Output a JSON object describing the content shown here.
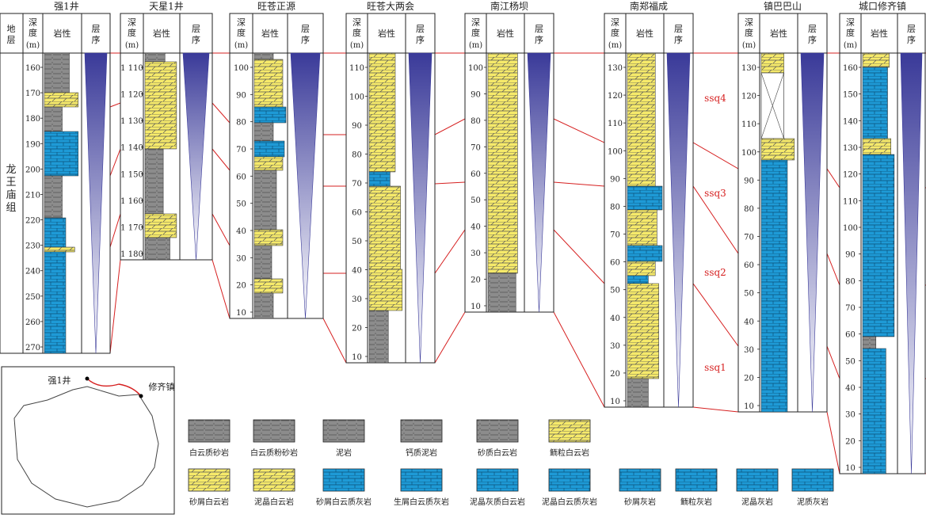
{
  "header": {
    "depth_label": "深度(m)",
    "lith_label": "岩性",
    "seq_label": "层序"
  },
  "formation": {
    "header": "地层",
    "name": "龙王庙组"
  },
  "sequence_labels": [
    "ssq4",
    "ssq3",
    "ssq2",
    "ssq1"
  ],
  "sections": [
    {
      "name": "强1井",
      "ticks": [
        "160",
        "170",
        "180",
        "190",
        "200",
        "210",
        "220",
        "230",
        "240",
        "250",
        "260",
        "270"
      ]
    },
    {
      "name": "天星1井",
      "ticks": [
        "1 110",
        "1 120",
        "1 130",
        "1 140",
        "1 150",
        "1 160",
        "1 170",
        "1 180"
      ]
    },
    {
      "name": "旺苍正源",
      "ticks": [
        "100",
        "90",
        "80",
        "70",
        "60",
        "50",
        "40",
        "30",
        "20",
        "10"
      ]
    },
    {
      "name": "旺苍大两会",
      "ticks": [
        "110",
        "100",
        "90",
        "80",
        "70",
        "60",
        "50",
        "40",
        "30",
        "20",
        "10"
      ]
    },
    {
      "name": "南江杨坝",
      "ticks": [
        "100",
        "90",
        "80",
        "70",
        "60",
        "50",
        "40",
        "30",
        "20",
        "10"
      ]
    },
    {
      "name": "南郑福成",
      "ticks": [
        "130",
        "120",
        "110",
        "100",
        "90",
        "80",
        "70",
        "60",
        "50",
        "40",
        "30",
        "20",
        "10"
      ]
    },
    {
      "name": "镇巴巴山",
      "ticks": [
        "130",
        "120",
        "110",
        "100",
        "90",
        "80",
        "70",
        "60",
        "50",
        "40",
        "30",
        "20",
        "10"
      ]
    },
    {
      "name": "城口修齐镇",
      "ticks": [
        "160",
        "150",
        "140",
        "130",
        "120",
        "110",
        "100",
        "90",
        "80",
        "70",
        "60",
        "50",
        "40",
        "30",
        "20",
        "10"
      ]
    }
  ],
  "inset_map": {
    "label_start": "强1井",
    "label_end": "修齐镇"
  },
  "legend": [
    "白云质砂岩",
    "白云质粉砂岩",
    "泥岩",
    "钙质泥岩",
    "砂质白云岩",
    "鲕粒白云岩",
    "砂屑白云岩",
    "泥晶白云岩",
    "砂屑白云质灰岩",
    "生屑白云质灰岩",
    "泥晶灰质白云岩",
    "泥晶白云质灰岩",
    "砂屑灰岩",
    "鲕粒灰岩",
    "泥晶灰岩",
    "泥质灰岩"
  ],
  "colors": {
    "grey": "#8c8c8c",
    "yellow": "#f6ea6a",
    "blue": "#1e9ad6",
    "sequence": "#3a3a99",
    "correlation": "#d62020"
  }
}
